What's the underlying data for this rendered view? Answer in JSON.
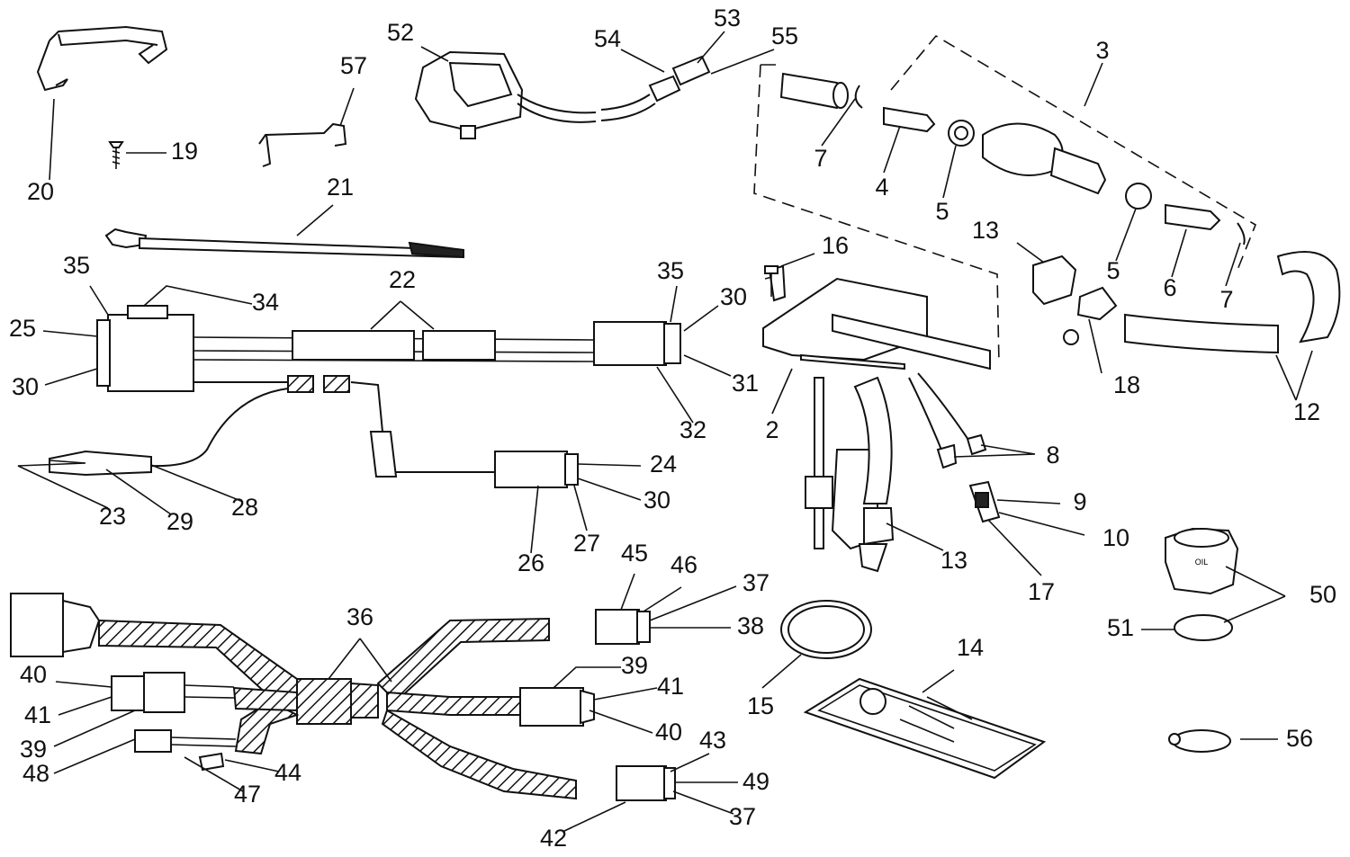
{
  "diagram": {
    "callouts": [
      "2",
      "3",
      "4",
      "5",
      "5",
      "6",
      "7",
      "7",
      "8",
      "9",
      "10",
      "12",
      "13",
      "13",
      "14",
      "15",
      "16",
      "17",
      "18",
      "19",
      "20",
      "21",
      "22",
      "23",
      "24",
      "25",
      "26",
      "27",
      "28",
      "29",
      "30",
      "30",
      "30",
      "31",
      "32",
      "34",
      "35",
      "35",
      "36",
      "37",
      "37",
      "38",
      "39",
      "39",
      "40",
      "40",
      "41",
      "41",
      "42",
      "43",
      "44",
      "45",
      "46",
      "47",
      "48",
      "49",
      "50",
      "51",
      "52",
      "53",
      "54",
      "55",
      "56",
      "57"
    ]
  },
  "labels": {
    "l2": "2",
    "l3": "3",
    "l4": "4",
    "l5a": "5",
    "l5b": "5",
    "l6": "6",
    "l7a": "7",
    "l7b": "7",
    "l8": "8",
    "l9": "9",
    "l10": "10",
    "l12": "12",
    "l13a": "13",
    "l13b": "13",
    "l14": "14",
    "l15": "15",
    "l16": "16",
    "l17": "17",
    "l18": "18",
    "l19": "19",
    "l20": "20",
    "l21": "21",
    "l22": "22",
    "l23": "23",
    "l24": "24",
    "l25": "25",
    "l26": "26",
    "l27": "27",
    "l28": "28",
    "l29": "29",
    "l30a": "30",
    "l30b": "30",
    "l30c": "30",
    "l31": "31",
    "l32": "32",
    "l34": "34",
    "l35a": "35",
    "l35b": "35",
    "l36": "36",
    "l37a": "37",
    "l37b": "37",
    "l38": "38",
    "l39a": "39",
    "l39b": "39",
    "l40a": "40",
    "l40b": "40",
    "l41a": "41",
    "l41b": "41",
    "l42": "42",
    "l43": "43",
    "l44": "44",
    "l45": "45",
    "l46": "46",
    "l47": "47",
    "l48": "48",
    "l49": "49",
    "l50": "50",
    "l51": "51",
    "l52": "52",
    "l53": "53",
    "l54": "54",
    "l55": "55",
    "l56": "56",
    "l57": "57"
  },
  "cap_text": "OIL"
}
